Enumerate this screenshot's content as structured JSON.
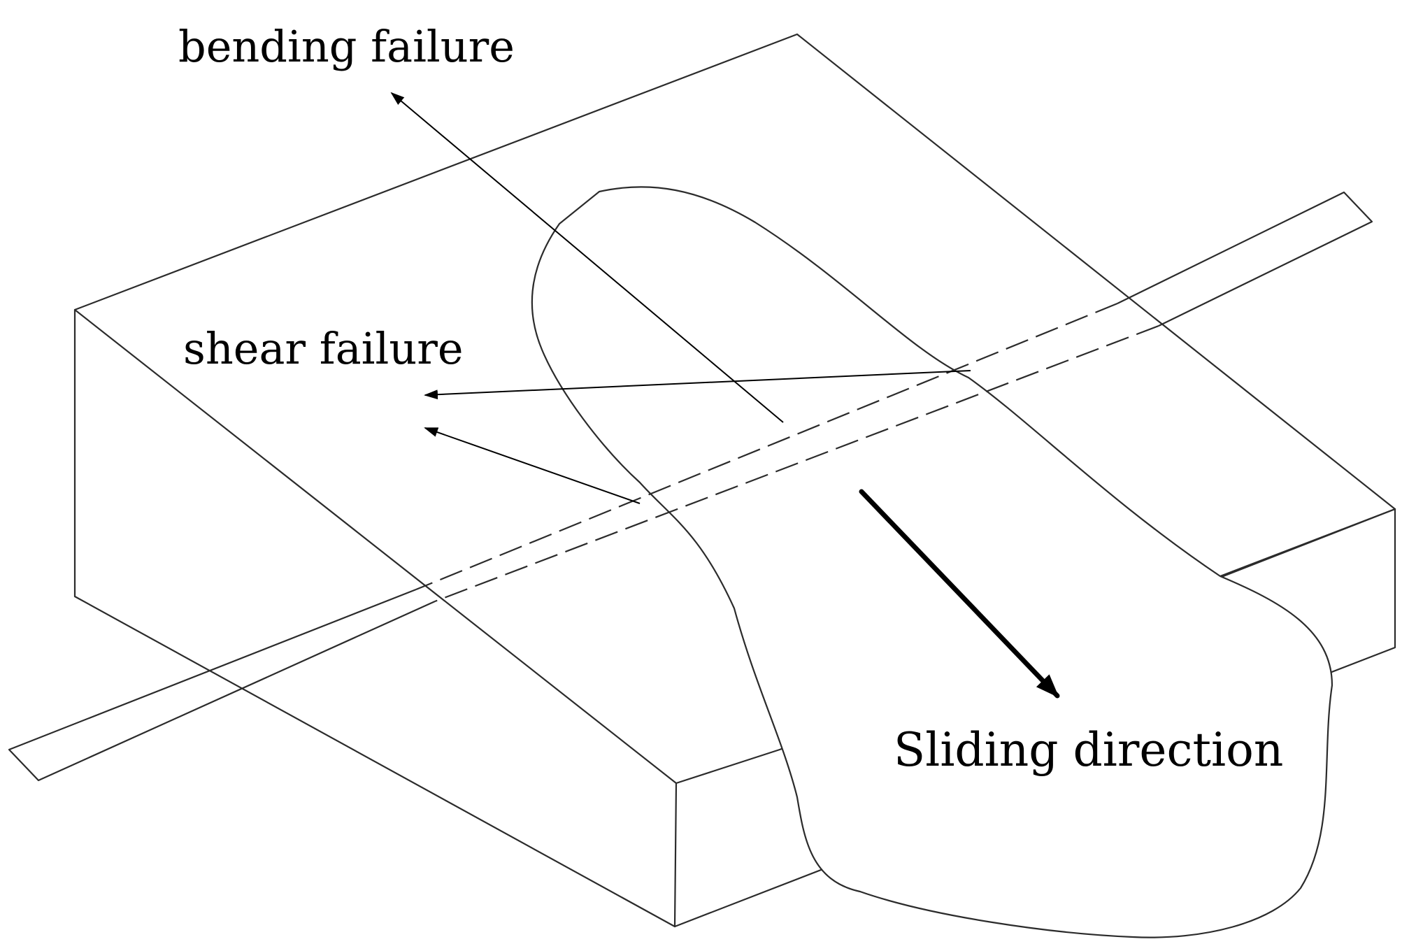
{
  "labels": {
    "bending": "bending failure",
    "shear": "shear failure",
    "sliding": "Sliding direction"
  },
  "colors": {
    "line": "#2b2b2b",
    "arrow": "#000000",
    "background": "#ffffff"
  }
}
